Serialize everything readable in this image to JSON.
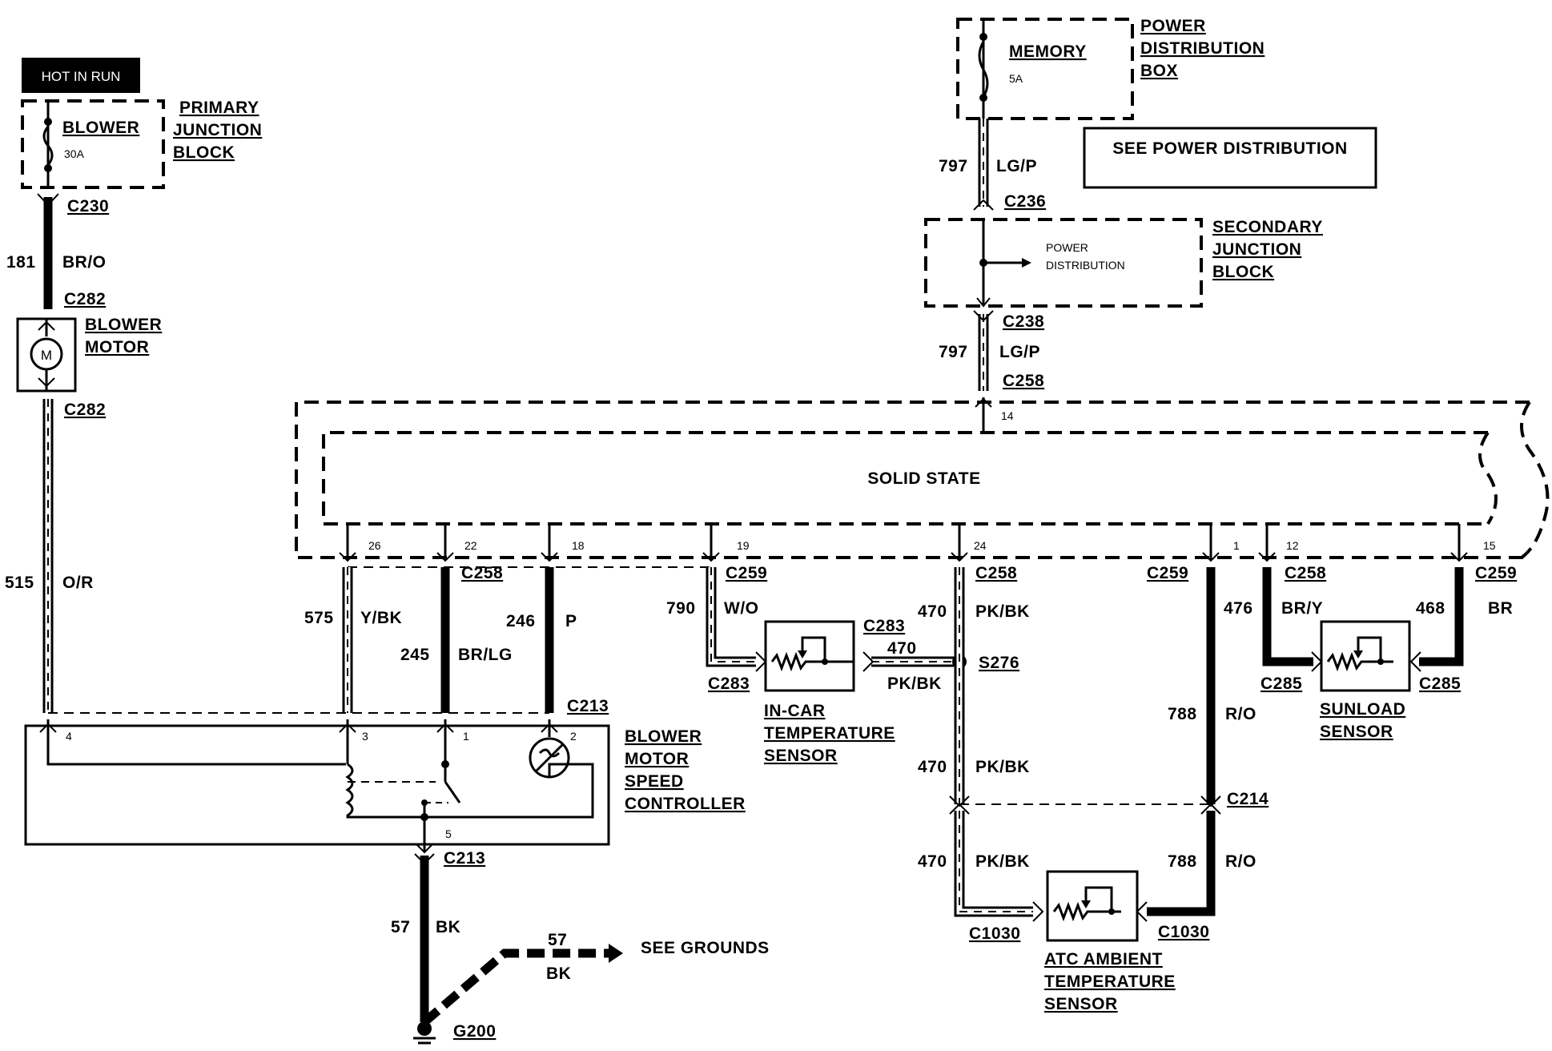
{
  "power_label": "HOT IN RUN",
  "fuses": {
    "blower": {
      "name": "BLOWER",
      "rating": "30A"
    },
    "memory": {
      "name": "MEMORY",
      "rating": "5A"
    }
  },
  "blocks": {
    "primary": [
      "PRIMARY",
      "JUNCTION",
      "BLOCK"
    ],
    "pdb": [
      "POWER",
      "DISTRIBUTION",
      "BOX"
    ],
    "secondary": [
      "SECONDARY",
      "JUNCTION",
      "BLOCK"
    ],
    "secondary_inner": [
      "POWER",
      "DISTRIBUTION"
    ],
    "see_power": "SEE POWER DISTRIBUTION",
    "solid_state": "SOLID STATE"
  },
  "components": {
    "blower_motor": [
      "BLOWER",
      "MOTOR"
    ],
    "motor_symbol": "M",
    "speed_controller": [
      "BLOWER",
      "MOTOR",
      "SPEED",
      "CONTROLLER"
    ],
    "in_car_sensor": [
      "IN-CAR",
      "TEMPERATURE",
      "SENSOR"
    ],
    "sunload_sensor": [
      "SUNLOAD",
      "SENSOR"
    ],
    "ambient_sensor": [
      "ATC AMBIENT",
      "TEMPERATURE",
      "SENSOR"
    ],
    "see_grounds": "SEE GROUNDS",
    "splice": "S276",
    "ground": "G200"
  },
  "connectors": {
    "c230": "C230",
    "c282_top": "C282",
    "c282_bottom": "C282",
    "c236": "C236",
    "c238": "C238",
    "c258_top": "C258",
    "c258_a": "C258",
    "c213_a": "C213",
    "c213_b": "C213",
    "c259_a": "C259",
    "c283_a": "C283",
    "c283_b": "C283",
    "c258_b": "C258",
    "c259_b": "C259",
    "c258_c": "C258",
    "c259_c": "C259",
    "c285_a": "C285",
    "c285_b": "C285",
    "c214": "C214",
    "c1030_a": "C1030",
    "c1030_b": "C1030"
  },
  "wires": {
    "w797_top": {
      "num": "797",
      "color": "LG/P"
    },
    "w797_bot": {
      "num": "797",
      "color": "LG/P"
    },
    "w181": {
      "num": "181",
      "color": "BR/O"
    },
    "w515": {
      "num": "515",
      "color": "O/R"
    },
    "w575": {
      "num": "575",
      "color": "Y/BK"
    },
    "w245": {
      "num": "245",
      "color": "BR/LG"
    },
    "w246": {
      "num": "246",
      "color": "P"
    },
    "w790": {
      "num": "790",
      "color": "W/O"
    },
    "w470_a": {
      "num": "470",
      "color": "PK/BK"
    },
    "w470_h": {
      "num": "470",
      "color": "PK/BK"
    },
    "w470_b": {
      "num": "470",
      "color": "PK/BK"
    },
    "w470_c": {
      "num": "470",
      "color": "PK/BK"
    },
    "w476": {
      "num": "476",
      "color": "BR/Y"
    },
    "w468": {
      "num": "468",
      "color": "BR"
    },
    "w788_a": {
      "num": "788",
      "color": "R/O"
    },
    "w788_b": {
      "num": "788",
      "color": "R/O"
    },
    "w57_a": {
      "num": "57",
      "color": "BK"
    },
    "w57_b": {
      "num": "57",
      "color": "BK"
    }
  },
  "pins": {
    "p14": "14",
    "p26": "26",
    "p22": "22",
    "p18": "18",
    "p19": "19",
    "p24": "24",
    "p1": "1",
    "p12": "12",
    "p15": "15",
    "c_4": "4",
    "c_3": "3",
    "c_1": "1",
    "c_2": "2",
    "c_5": "5"
  }
}
